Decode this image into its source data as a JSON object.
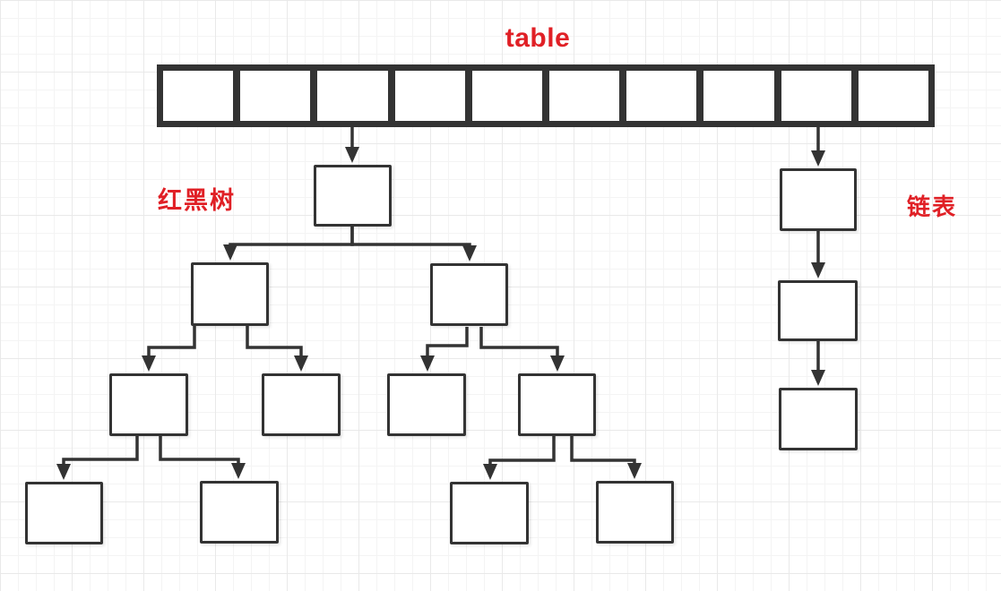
{
  "title": "table",
  "annotations": {
    "tree_label": "红黑树",
    "list_label": "链表"
  },
  "hash_table": {
    "bucket_count": 10,
    "tree_bucket_index": 2,
    "list_bucket_index": 8
  },
  "tree": {
    "node_count": 11,
    "levels": 4,
    "leaf_pairs_under": [
      "left-left",
      "right-right"
    ]
  },
  "linked_list": {
    "node_count": 3
  },
  "colors": {
    "label_red": "#e02026",
    "line": "#333333",
    "shape_border": "#333333",
    "shape_fill": "#ffffff",
    "background": "#ffffff",
    "grid_minor": "#f4f4f4",
    "grid_major": "#e9e9e9"
  }
}
